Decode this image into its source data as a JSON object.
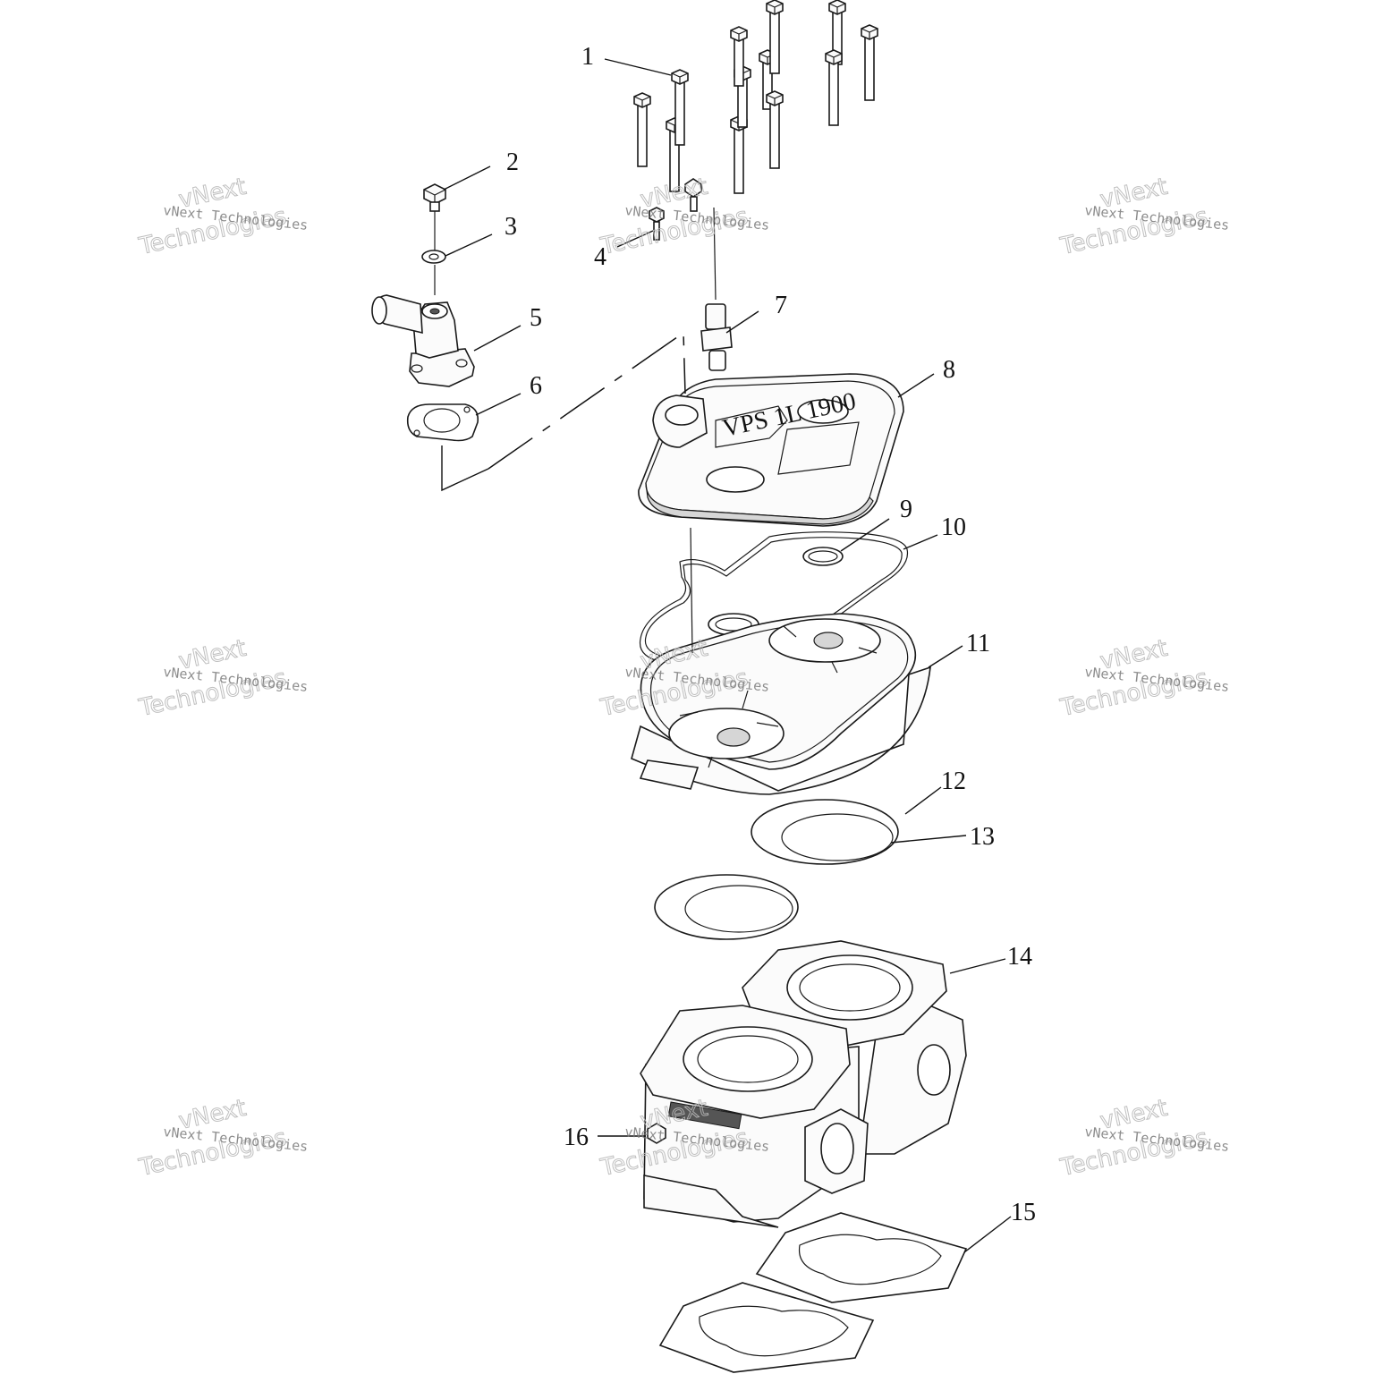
{
  "callouts": [
    "1",
    "2",
    "3",
    "4",
    "5",
    "6",
    "7",
    "8",
    "9",
    "10",
    "11",
    "12",
    "13",
    "14",
    "15",
    "16"
  ],
  "watermark": {
    "small": "vNext Technologies",
    "big_line1": "vNext",
    "big_line2": "Technologies"
  }
}
